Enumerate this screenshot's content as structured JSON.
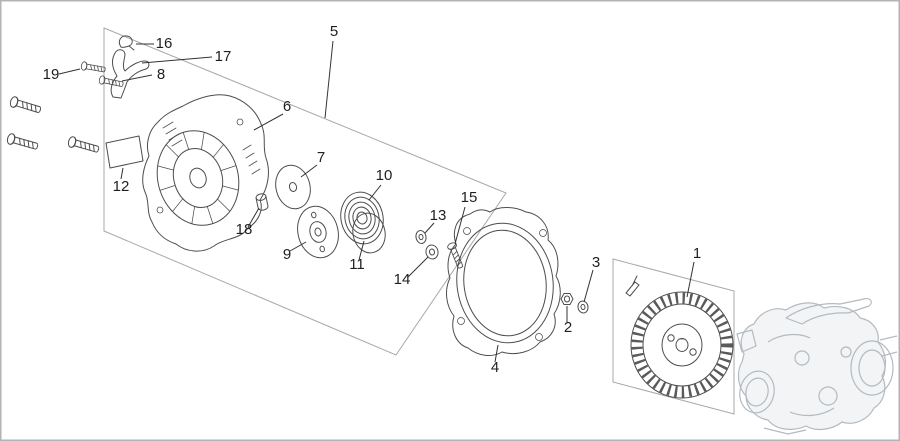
{
  "diagram": {
    "callouts": {
      "c1": "1",
      "c2": "2",
      "c3": "3",
      "c4": "4",
      "c5": "5",
      "c6": "6",
      "c7": "7",
      "c8": "8",
      "c9": "9",
      "c10": "10",
      "c11": "11",
      "c12": "12",
      "c13": "13",
      "c14": "14",
      "c15": "15",
      "c16": "16",
      "c17": "17",
      "c18": "18",
      "c19": "19"
    },
    "colors": {
      "background": "#ffffff",
      "border": "#b3b3b3",
      "part_line": "#4d4d4d",
      "group_box": "#a8a8a8",
      "leader_line": "#333333",
      "callout_text": "#1f1f1f",
      "context_line": "#b4bac1"
    }
  }
}
